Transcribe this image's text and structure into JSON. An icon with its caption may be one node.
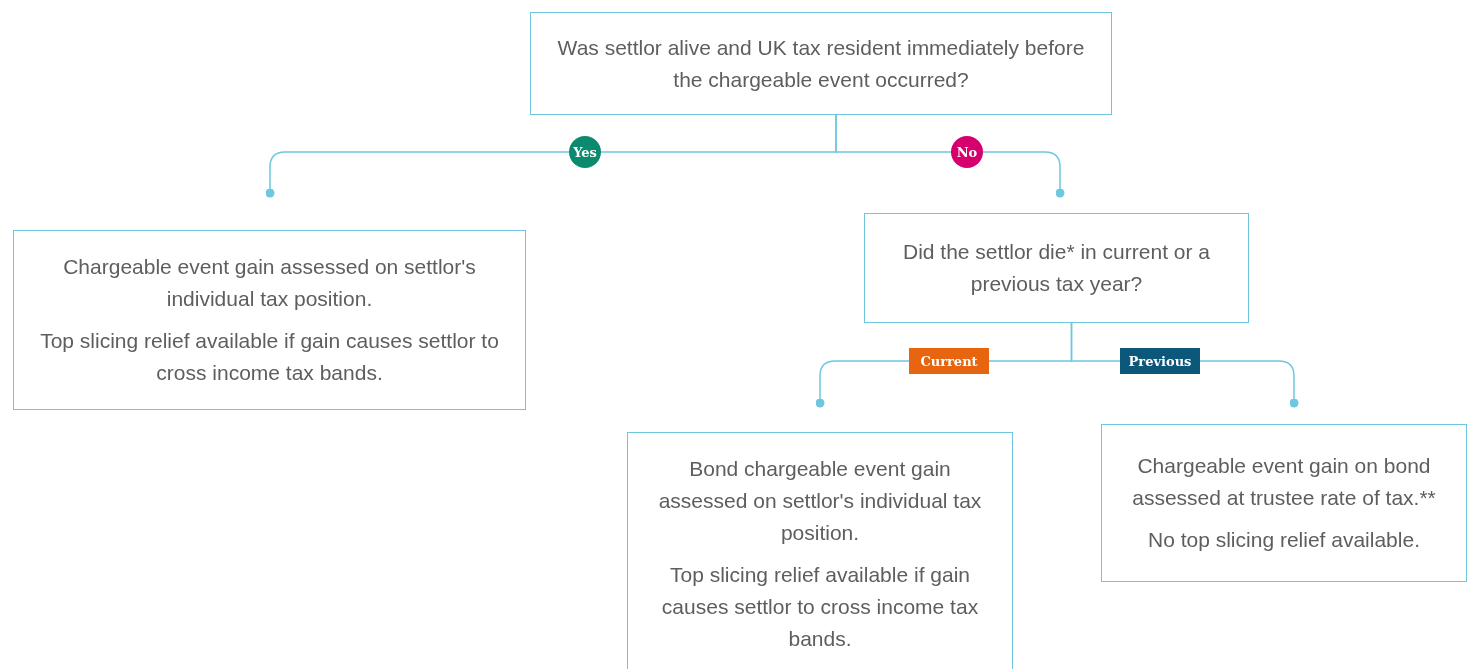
{
  "diagram": {
    "nodes": [
      {
        "text": [
          "Was settlor alive and UK tax resident immediately before the chargeable event occurred?"
        ]
      },
      {
        "text": [
          "Yes"
        ]
      },
      {
        "text": [
          "No"
        ]
      },
      {
        "text": [
          "Chargeable event gain assessed on settlor's individual tax position.",
          "Top slicing relief available if gain causes settlor to cross income tax bands."
        ]
      },
      {
        "text": [
          "Did the settlor die* in current or a previous tax year?"
        ]
      },
      {
        "text": [
          "Current"
        ]
      },
      {
        "text": [
          "Previous"
        ]
      },
      {
        "text": [
          "Bond chargeable event gain assessed on settlor's individual tax position.",
          "Top slicing relief available if gain causes settlor to cross income tax bands."
        ]
      },
      {
        "text": [
          "Chargeable event gain on bond assessed at trustee rate of tax.**",
          "No top slicing relief available."
        ]
      }
    ],
    "edges": [
      {
        "from": 0,
        "to": 1,
        "arrow": "none"
      },
      {
        "from": 1,
        "to": 3,
        "arrow": "other"
      },
      {
        "from": 0,
        "to": 2,
        "arrow": "none"
      },
      {
        "from": 2,
        "to": 4,
        "arrow": "other"
      },
      {
        "from": 4,
        "to": 5,
        "arrow": "none"
      },
      {
        "from": 5,
        "to": 7,
        "arrow": "other"
      },
      {
        "from": 4,
        "to": 6,
        "arrow": "none"
      },
      {
        "from": 6,
        "to": 8,
        "arrow": "other"
      }
    ]
  }
}
